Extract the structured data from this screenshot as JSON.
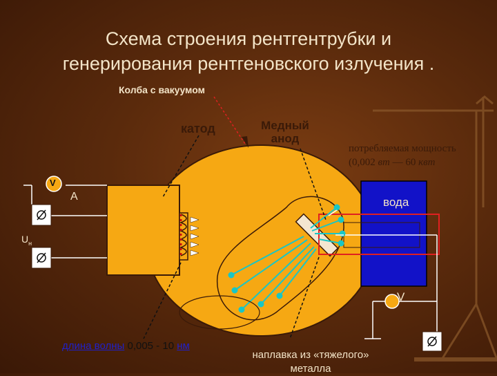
{
  "title_line1": "Схема строения рентгентрубки и",
  "title_line2": "генерирования рентгеновского излучения .",
  "labels": {
    "flask": "Колба с вакуумом",
    "cathode": "катод",
    "anode_line1": "Медный",
    "anode_line2": "анод",
    "power_line1": "потребляемая мощность",
    "power_line2_a": "(0,002 ",
    "power_line2_b": "вт",
    "power_line2_c": " — 60 ",
    "power_line2_d": "квт",
    "water": "вода",
    "a": "А",
    "un": "U",
    "un_sub": "н",
    "v_top": "V",
    "v_right": "V",
    "wavelength_a": "длина волны",
    "wavelength_b": " 0,005 - 10 ",
    "wavelength_c": "нм",
    "overlay_line1": "наплавка из «тяжелого»",
    "overlay_line2": "металла"
  },
  "colors": {
    "flask": "#f6a813",
    "water": "#1212c8",
    "rays": "#19c6c6",
    "frame": "#e02020",
    "wire": "#ffffff",
    "label_light": "#f3e4c8",
    "label_dark": "#3a1a08",
    "link_blue": "#2020c8"
  }
}
